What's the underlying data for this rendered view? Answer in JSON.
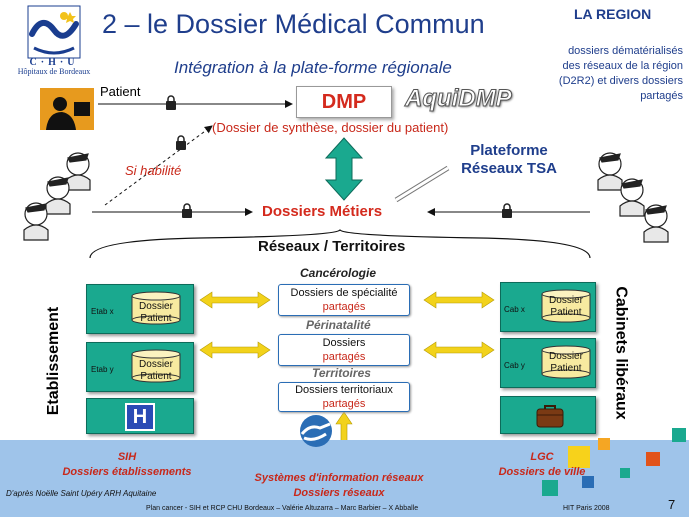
{
  "logo": {
    "brand": "C·H·U",
    "subtitle": "Hôpitaux de Bordeaux"
  },
  "header": {
    "title": "2 – le Dossier Médical Commun",
    "subtitle": "Intégration  à la plate-forme régionale"
  },
  "region": {
    "title": "LA REGION",
    "description": "dossiers dématérialisés des réseaux de la région (D2R2) et divers dossiers partagés"
  },
  "top": {
    "patient_label": "Patient",
    "dmp_label": "DMP",
    "aquidmp_label": "AquiDMP",
    "synthese": "(Dossier de synthèse, dossier du patient)",
    "si_habilite": "Si habilité",
    "plateforme_line1": "Plateforme",
    "plateforme_line2": "Réseaux TSA",
    "dossiers_metiers": "Dossiers Métiers",
    "reseaux_territoires": "Réseaux / Territoires"
  },
  "sides": {
    "etablissement": "Etablissement",
    "cabinets": "Cabinets libéraux",
    "etab_x": "Etab x",
    "etab_y": "Etab y",
    "cab_x": "Cab x",
    "cab_y": "Cab y",
    "dossier_line1": "Dossier",
    "dossier_line2": "Patient",
    "hospital_letter": "H"
  },
  "categories": {
    "cancerologie": "Cancérologie",
    "specialite_l1": "Dossiers de spécialité",
    "specialite_l2": "partagés",
    "perinatalite": "Périnatalité",
    "perinat_l1": "Dossiers",
    "perinat_l2": "partagés",
    "territoires": "Territoires",
    "territoriaux_l1": "Dossiers territoriaux",
    "territoriaux_l2": "partagés"
  },
  "bottom": {
    "sih_l1": "SIH",
    "sih_l2": "Dossiers établissements",
    "lgc_l1": "LGC",
    "lgc_l2": "Dossiers de ville",
    "sysinfo_l1": "Systèmes d'information réseaux",
    "sysinfo_l2": "Dossiers  réseaux",
    "credit": "D'après Noëlle Saint Upéry  ARH Aquitaine",
    "footer": "Plan cancer - SIH et RCP CHU Bordeaux – Valérie Altuzarra – Marc Barbier – X Abballe",
    "event": "HIT Paris 2008",
    "page_number": "7"
  },
  "colors": {
    "title_blue": "#1f3e8c",
    "accent_red": "#d42a1d",
    "green_box": "#1aa98f",
    "arrow_yellow": "#f2d21b",
    "band_blue": "#9fc4ea"
  }
}
